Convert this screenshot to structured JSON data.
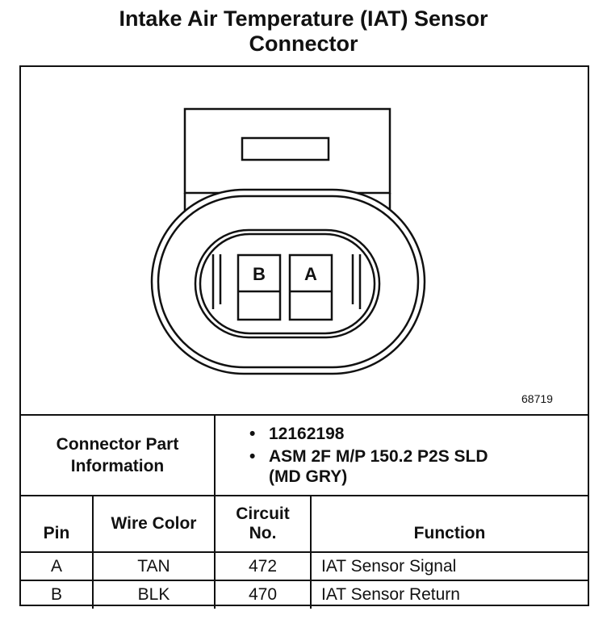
{
  "title": {
    "line1": "Intake Air Temperature (IAT) Sensor",
    "line2": "Connector"
  },
  "diagram": {
    "figure_number": "68719",
    "pin_labels": [
      "B",
      "A"
    ]
  },
  "connector_part": {
    "label_line1": "Connector Part",
    "label_line2": "Information",
    "items": [
      "12162198",
      "ASM 2F M/P 150.2 P2S SLD",
      "(MD GRY)"
    ]
  },
  "table": {
    "headers": {
      "pin": "Pin",
      "wire_color": "Wire Color",
      "circuit_line1": "Circuit",
      "circuit_line2": "No.",
      "function": "Function"
    },
    "rows": [
      {
        "pin": "A",
        "wire_color": "TAN",
        "circuit": "472",
        "function": "IAT Sensor Signal"
      },
      {
        "pin": "B",
        "wire_color": "BLK",
        "circuit": "470",
        "function": "IAT Sensor Return"
      }
    ]
  }
}
